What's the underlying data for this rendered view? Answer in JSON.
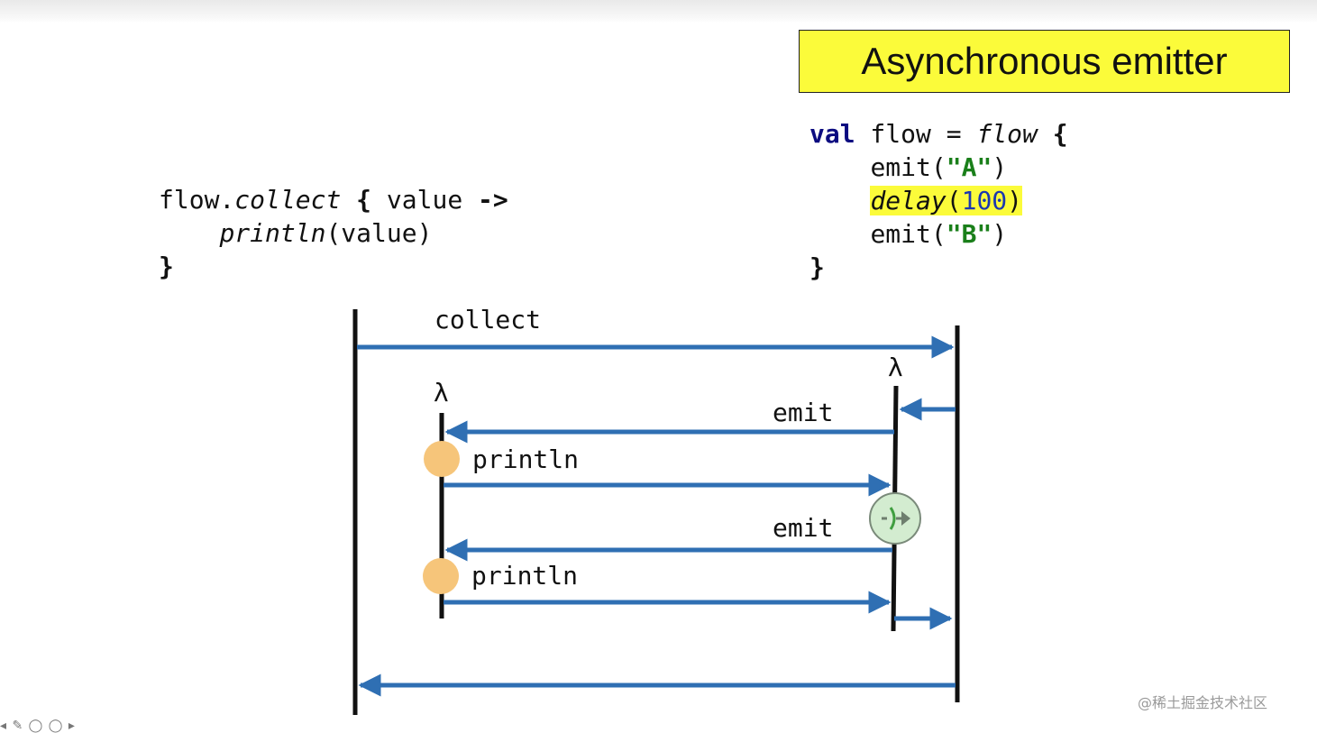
{
  "title": "Asynchronous emitter",
  "collector_code": {
    "line1": {
      "receiver": "flow.",
      "fn": "collect",
      "brace": "{",
      "rest": " value ",
      "arrow": "->"
    },
    "line2": {
      "indent": "    ",
      "fn": "println",
      "args": "(value)"
    },
    "line3": "}"
  },
  "emitter_code": {
    "line1": {
      "kw": "val",
      "name": " flow = ",
      "fn": "flow",
      "brace": "{"
    },
    "line2": {
      "indent": "    ",
      "call": "emit(",
      "arg": "\"A\"",
      "close": ")"
    },
    "line3": {
      "indent": "    ",
      "fn": "delay",
      "open": "(",
      "arg": "100",
      "close": ")"
    },
    "line4": {
      "indent": "    ",
      "call": "emit(",
      "arg": "\"B\"",
      "close": ")"
    },
    "line5": "}"
  },
  "labels": {
    "collect": "collect",
    "lambda_left": "λ",
    "lambda_right": "λ",
    "emit_1": "emit",
    "println_1": "println",
    "emit_2": "emit",
    "println_2": "println"
  },
  "watermark": "@稀土掘金技术社区",
  "presentation_controls": "◂ ✎ ◯ ◯ ▸",
  "colors": {
    "arrow": "#2f6fb3",
    "title_bg": "#fbfb3a",
    "highlight": "#fbfb3a",
    "println_circle": "#f6c57a",
    "suspend_circle": "#d3ecd0",
    "string": "#1a7f1a",
    "number": "#1a37b0",
    "keyword": "#0c0c80"
  },
  "icons": {
    "suspend": "suspend-icon",
    "println_marker": "println-dot-icon"
  }
}
